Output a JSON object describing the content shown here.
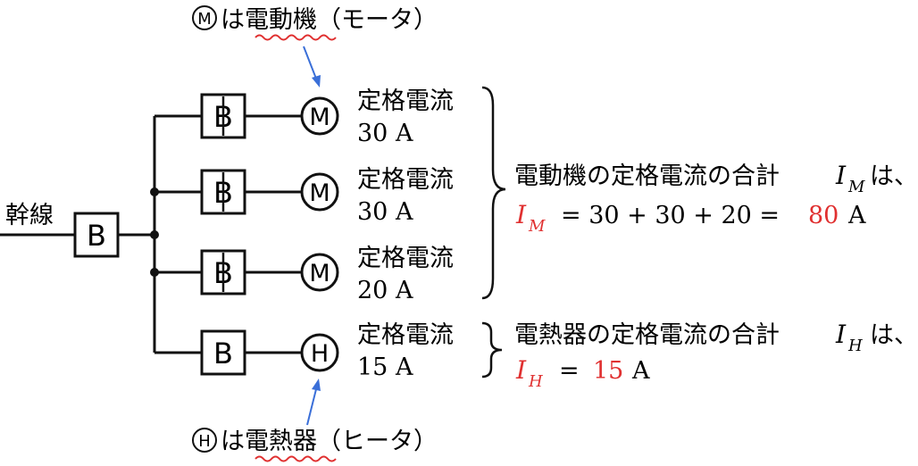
{
  "main_line_label": "幹線",
  "breaker_symbol": "B",
  "motor_symbol": "M",
  "heater_symbol": "H",
  "legend_motor": {
    "tail": "は",
    "word": "電動機",
    "paren": "（モータ）"
  },
  "legend_heater": {
    "tail": "は",
    "word": "電熱器",
    "paren": "（ヒータ）"
  },
  "branches": [
    {
      "label": "定格電流",
      "current": "30 A",
      "load": "motor"
    },
    {
      "label": "定格電流",
      "current": "30 A",
      "load": "motor"
    },
    {
      "label": "定格電流",
      "current": "20 A",
      "load": "motor"
    },
    {
      "label": "定格電流",
      "current": "15 A",
      "load": "heater"
    }
  ],
  "motor_total": {
    "text": "電動機の定格電流の合計",
    "var": "I",
    "sub": "M",
    "suffix": "は、",
    "equation_rhs": "= 30 + 30 + 20 =",
    "result": "80",
    "unit": "A"
  },
  "heater_total": {
    "text": "電熱器の定格電流の合計",
    "var": "I",
    "sub": "H",
    "suffix": "は、",
    "equation_rhs": "=",
    "result": "15",
    "unit": "A"
  },
  "colors": {
    "accent_red": "#e03030",
    "arrow_blue": "#3a6fd8",
    "wavy_red": "#e03030",
    "line": "#111111"
  }
}
